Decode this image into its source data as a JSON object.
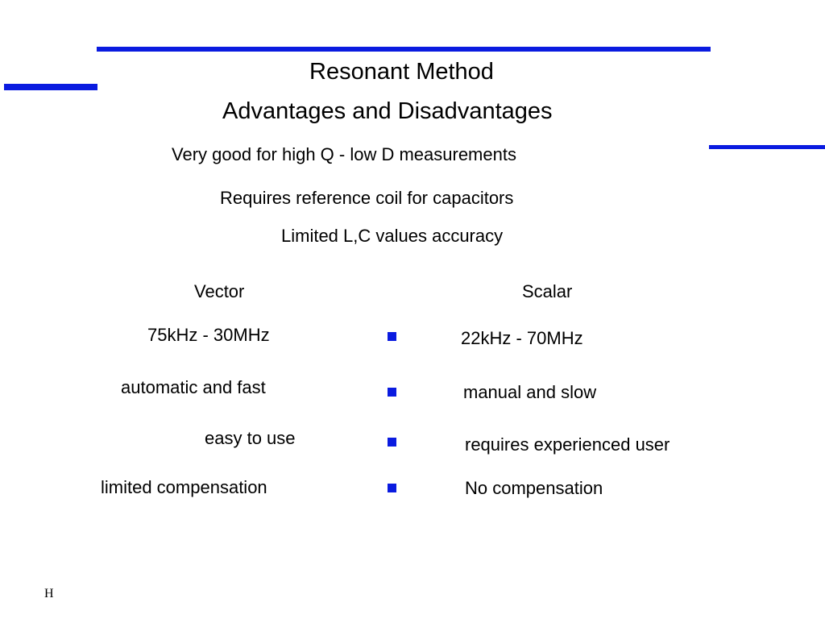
{
  "slide": {
    "title": "Resonant Method",
    "subtitle": "Advantages and Disadvantages",
    "points": [
      "Very good for high Q - low D measurements",
      "Requires reference coil for capacitors",
      "Limited L,C values accuracy"
    ],
    "columns": {
      "left_header": "Vector",
      "right_header": "Scalar"
    },
    "vector_items": [
      "75kHz - 30MHz",
      "automatic and fast",
      "easy to use",
      "limited compensation"
    ],
    "scalar_items": [
      "22kHz - 70MHz",
      "manual and slow",
      "requires experienced user",
      "No compensation"
    ],
    "footer": "H"
  },
  "colors": {
    "accent": "#0a1be0",
    "text": "#000000",
    "background": "#ffffff"
  },
  "icons": {
    "bullet": "square-bullet-icon"
  }
}
